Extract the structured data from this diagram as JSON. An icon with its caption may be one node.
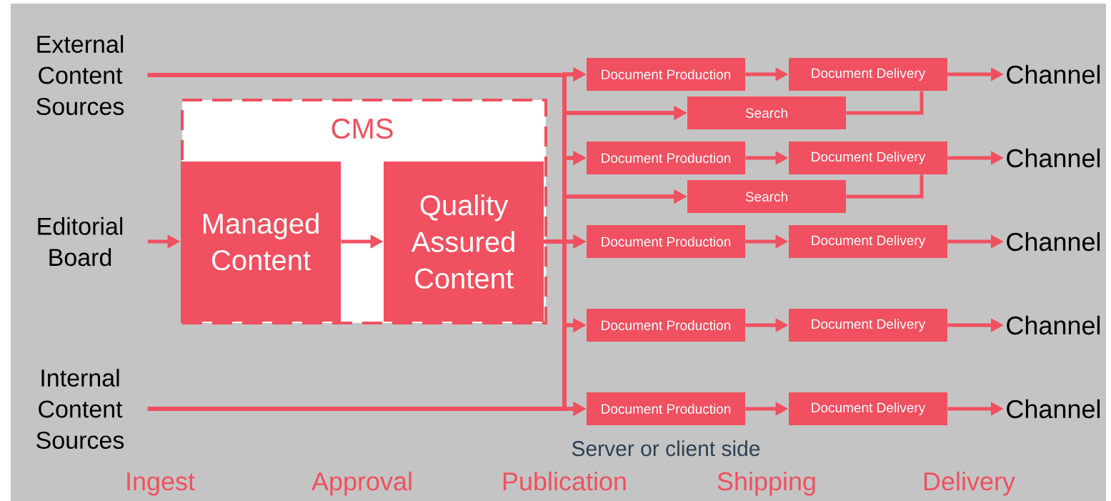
{
  "diagram": {
    "nodes": [
      {
        "text": [
          "External Content Sources"
        ]
      },
      {
        "text": [
          "Editorial Board"
        ]
      },
      {
        "text": [
          "Internal Content Sources"
        ]
      },
      {
        "text": [
          "CMS"
        ]
      },
      {
        "text": [
          "Managed Content"
        ],
        "in": 3
      },
      {
        "text": [
          "Quality Assured Content"
        ],
        "in": 3
      },
      {
        "text": [
          "Document Production"
        ]
      },
      {
        "text": [
          "Document Delivery"
        ]
      },
      {
        "text": [
          "Channel"
        ]
      },
      {
        "text": [
          "Search"
        ]
      },
      {
        "text": [
          "Document Production"
        ]
      },
      {
        "text": [
          "Document Delivery"
        ]
      },
      {
        "text": [
          "Channel"
        ]
      },
      {
        "text": [
          "Search"
        ]
      },
      {
        "text": [
          "Document Production"
        ]
      },
      {
        "text": [
          "Document Delivery"
        ]
      },
      {
        "text": [
          "Channel"
        ]
      },
      {
        "text": [
          "Document Production"
        ]
      },
      {
        "text": [
          "Document Delivery"
        ]
      },
      {
        "text": [
          "Channel"
        ]
      },
      {
        "text": [
          "Document Production"
        ]
      },
      {
        "text": [
          "Document Delivery"
        ]
      },
      {
        "text": [
          "Channel"
        ]
      }
    ],
    "edges": [
      {
        "from": 1,
        "to": 4,
        "arrow": "to"
      },
      {
        "from": 4,
        "to": 5,
        "arrow": "to"
      },
      {
        "from": 0,
        "to": 6,
        "arrow": "to"
      },
      {
        "from": 0,
        "to": 9,
        "arrow": "to"
      },
      {
        "from": 0,
        "to": 10,
        "arrow": "to"
      },
      {
        "from": 0,
        "to": 13,
        "arrow": "to"
      },
      {
        "from": 0,
        "to": 14,
        "arrow": "to"
      },
      {
        "from": 0,
        "to": 17,
        "arrow": "to"
      },
      {
        "from": 0,
        "to": 20,
        "arrow": "to"
      },
      {
        "from": 5,
        "to": 6,
        "arrow": "to"
      },
      {
        "from": 5,
        "to": 9,
        "arrow": "to"
      },
      {
        "from": 5,
        "to": 10,
        "arrow": "to"
      },
      {
        "from": 5,
        "to": 13,
        "arrow": "to"
      },
      {
        "from": 5,
        "to": 14,
        "arrow": "to"
      },
      {
        "from": 5,
        "to": 17,
        "arrow": "to"
      },
      {
        "from": 5,
        "to": 20,
        "arrow": "to"
      },
      {
        "from": 2,
        "to": 6,
        "arrow": "to"
      },
      {
        "from": 2,
        "to": 9,
        "arrow": "to"
      },
      {
        "from": 2,
        "to": 10,
        "arrow": "to"
      },
      {
        "from": 2,
        "to": 13,
        "arrow": "to"
      },
      {
        "from": 2,
        "to": 14,
        "arrow": "to"
      },
      {
        "from": 2,
        "to": 17,
        "arrow": "to"
      },
      {
        "from": 2,
        "to": 20,
        "arrow": "to"
      },
      {
        "from": 6,
        "to": 7,
        "arrow": "to"
      },
      {
        "from": 7,
        "to": 8,
        "arrow": "to"
      },
      {
        "from": 9,
        "to": 7,
        "arrow": "none"
      },
      {
        "from": 10,
        "to": 11,
        "arrow": "to"
      },
      {
        "from": 11,
        "to": 12,
        "arrow": "to"
      },
      {
        "from": 13,
        "to": 11,
        "arrow": "none"
      },
      {
        "from": 14,
        "to": 15,
        "arrow": "to"
      },
      {
        "from": 15,
        "to": 16,
        "arrow": "to"
      },
      {
        "from": 17,
        "to": 18,
        "arrow": "to"
      },
      {
        "from": 18,
        "to": 19,
        "arrow": "to"
      },
      {
        "from": 20,
        "to": 21,
        "arrow": "to"
      },
      {
        "from": 21,
        "to": 22,
        "arrow": "to"
      }
    ],
    "labels": [
      "Server or client side",
      "Ingest",
      "Approval",
      "Publication",
      "Shipping",
      "Delivery"
    ]
  }
}
